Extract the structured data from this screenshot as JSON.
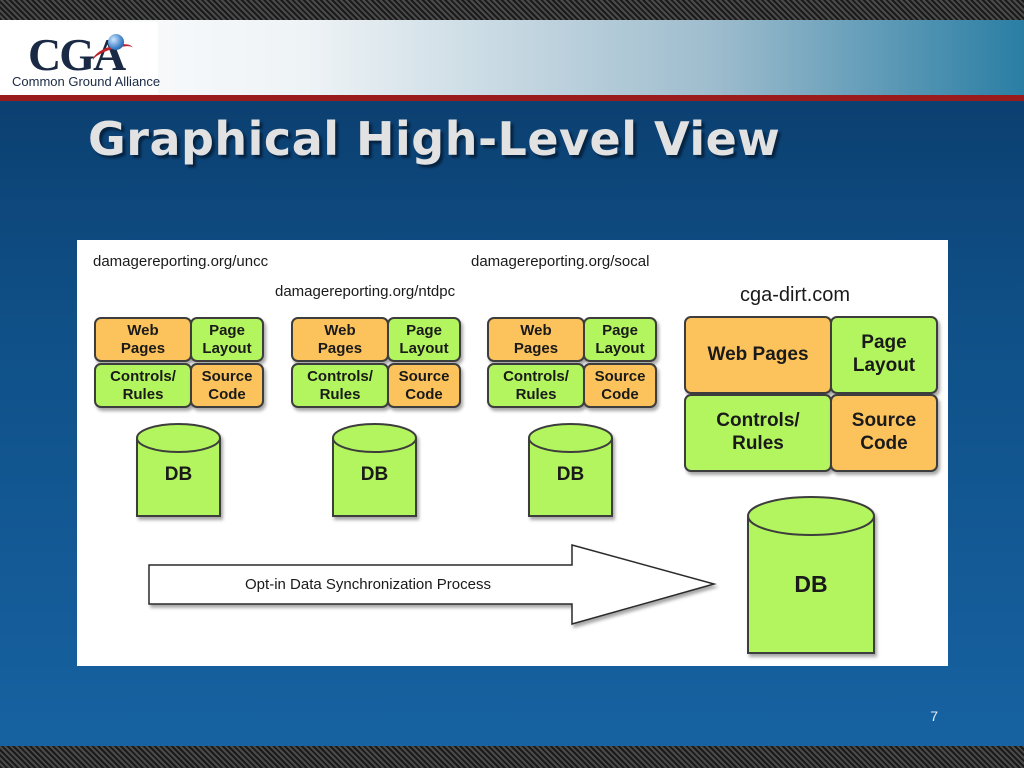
{
  "header": {
    "logo_text": "CGA",
    "logo_subtitle": "Common Ground Alliance"
  },
  "slide": {
    "title": "Graphical High-Level View",
    "page_number": "7"
  },
  "diagram": {
    "regional_sites": [
      {
        "url": "damagereporting.org/uncc",
        "web_pages": "Web\nPages",
        "page_layout": "Page\nLayout",
        "controls_rules": "Controls/\nRules",
        "source_code": "Source\nCode",
        "db": "DB"
      },
      {
        "url": "damagereporting.org/ntdpc",
        "web_pages": "Web\nPages",
        "page_layout": "Page\nLayout",
        "controls_rules": "Controls/\nRules",
        "source_code": "Source\nCode",
        "db": "DB"
      },
      {
        "url": "damagereporting.org/socal",
        "web_pages": "Web\nPages",
        "page_layout": "Page\nLayout",
        "controls_rules": "Controls/\nRules",
        "source_code": "Source\nCode",
        "db": "DB"
      }
    ],
    "central_site": {
      "url": "cga-dirt.com",
      "web_pages": "Web Pages",
      "page_layout": "Page\nLayout",
      "controls_rules": "Controls/\nRules",
      "source_code": "Source\nCode",
      "db": "DB"
    },
    "sync_arrow_label": "Opt-in Data Synchronization Process",
    "colors": {
      "orange": "#fcc35c",
      "green": "#b3f55e"
    }
  }
}
